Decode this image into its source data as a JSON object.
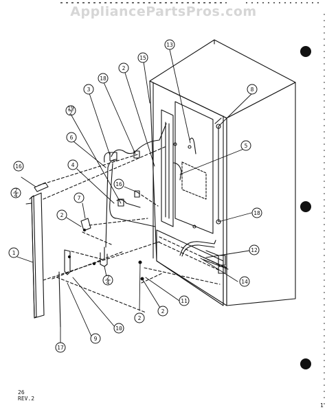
{
  "watermark": "AppliancePartsPros.com",
  "footer": {
    "line1": "26",
    "line2": "REV.2"
  },
  "page_mark": "1",
  "callouts": [
    {
      "id": "c-13",
      "label": "13"
    },
    {
      "id": "c-2a",
      "label": "2"
    },
    {
      "id": "c-15",
      "label": "15"
    },
    {
      "id": "c-18a",
      "label": "18"
    },
    {
      "id": "c-3",
      "label": "3"
    },
    {
      "id": "c-8",
      "label": "8"
    },
    {
      "id": "c-19",
      "label": "19/2",
      "stacked": [
        "19",
        "2"
      ]
    },
    {
      "id": "c-6",
      "label": "6"
    },
    {
      "id": "c-5",
      "label": "5"
    },
    {
      "id": "c-16a",
      "label": "16"
    },
    {
      "id": "c-4",
      "label": "4"
    },
    {
      "id": "c-16b",
      "label": "16"
    },
    {
      "id": "c-2b",
      "label": "2/4",
      "stacked": [
        "2",
        "4"
      ]
    },
    {
      "id": "c-7",
      "label": "7"
    },
    {
      "id": "c-2c",
      "label": "2"
    },
    {
      "id": "c-18b",
      "label": "18"
    },
    {
      "id": "c-1",
      "label": "1"
    },
    {
      "id": "c-12",
      "label": "12"
    },
    {
      "id": "c-14",
      "label": "14"
    },
    {
      "id": "c-2d",
      "label": "2/4",
      "stacked": [
        "2",
        "4"
      ]
    },
    {
      "id": "c-11",
      "label": "11"
    },
    {
      "id": "c-2e",
      "label": "2"
    },
    {
      "id": "c-2f",
      "label": "2"
    },
    {
      "id": "c-10",
      "label": "10"
    },
    {
      "id": "c-9",
      "label": "9"
    },
    {
      "id": "c-17",
      "label": "17"
    }
  ]
}
